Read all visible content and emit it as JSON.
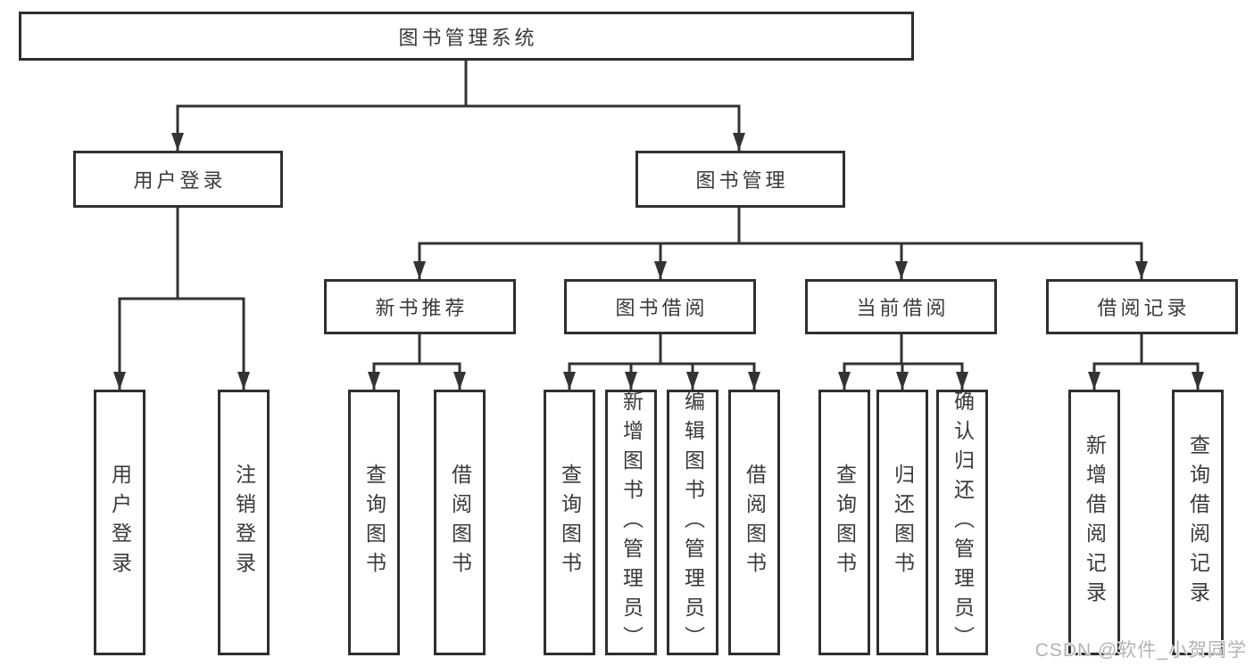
{
  "root": {
    "label": "图书管理系统"
  },
  "level2": [
    {
      "label": "用户登录"
    },
    {
      "label": "图书管理"
    }
  ],
  "level3": [
    {
      "label": "新书推荐"
    },
    {
      "label": "图书借阅"
    },
    {
      "label": "当前借阅"
    },
    {
      "label": "借阅记录"
    }
  ],
  "leaves": {
    "user_login": [
      {
        "label": "用户登录"
      },
      {
        "label": "注销登录"
      }
    ],
    "new_book_recommend": [
      {
        "label": "查询图书"
      },
      {
        "label": "借阅图书"
      }
    ],
    "book_borrow": [
      {
        "label": "查询图书"
      },
      {
        "label": "新增图书（管理员）"
      },
      {
        "label": "编辑图书（管理员）"
      },
      {
        "label": "借阅图书"
      }
    ],
    "current_borrow": [
      {
        "label": "查询图书"
      },
      {
        "label": "归还图书"
      },
      {
        "label": "确认归还（管理员）"
      }
    ],
    "borrow_records": [
      {
        "label": "新增借阅记录"
      },
      {
        "label": "查询借阅记录"
      }
    ]
  },
  "watermark": "CSDN @软件_小贺同学",
  "colors": {
    "line": "#333333",
    "box_border": "#2f2f2f",
    "text": "#3a3a3a",
    "watermark": "#b3b3b3",
    "background": "#ffffff"
  }
}
